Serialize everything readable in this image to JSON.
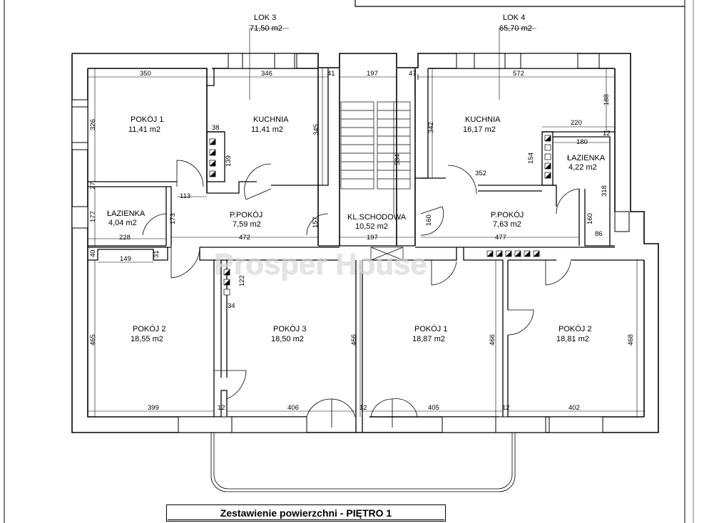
{
  "units": [
    {
      "name": "LOK 3",
      "area": "71,50 m2"
    },
    {
      "name": "LOK 4",
      "area": "65,70 m2"
    }
  ],
  "rooms": [
    {
      "name": "POKÓJ 1",
      "area": "11,41 m2"
    },
    {
      "name": "KUCHNIA",
      "area": "11,41 m2"
    },
    {
      "name": "KUCHNIA",
      "area": "16,17 m2"
    },
    {
      "name": "ŁAZIENKA",
      "area": "4,22 m2"
    },
    {
      "name": "ŁAZIENKA",
      "area": "4,04 m2"
    },
    {
      "name": "P.POKÓJ",
      "area": "7,59 m2"
    },
    {
      "name": "KL.SCHODOWA",
      "area": "10,52 m2"
    },
    {
      "name": "P.POKÓJ",
      "area": "7,63 m2"
    },
    {
      "name": "POKÓJ 2",
      "area": "18,55 m2"
    },
    {
      "name": "POKÓJ 3",
      "area": "18,50 m2"
    },
    {
      "name": "POKÓJ 1",
      "area": "18,87 m2"
    },
    {
      "name": "POKÓJ 2",
      "area": "18,81 m2"
    }
  ],
  "dimensions": {
    "d350": "350",
    "d346": "346",
    "d41": "41",
    "d197a": "197",
    "d47": "47",
    "d572": "572",
    "d188": "188",
    "d326": "326",
    "d345": "345",
    "d342": "342",
    "d220": "220",
    "d180": "180",
    "d12a": "12",
    "d38": "38",
    "d139": "139",
    "d534": "534",
    "d154": "154",
    "d352": "352",
    "d318": "318",
    "d27": "27",
    "d113": "113",
    "d177": "177",
    "d173": "173",
    "d157": "157",
    "d160a": "160",
    "d160b": "160",
    "d86": "86",
    "d228": "228",
    "d472": "472",
    "d197b": "197",
    "d477": "477",
    "d40": "40",
    "d149": "149",
    "d31": "31",
    "d122": "122",
    "d34": "34",
    "d465": "465",
    "d466a": "466",
    "d466b": "466",
    "d468": "468",
    "d399": "399",
    "d12b": "12",
    "d406": "406",
    "d12c": "12",
    "d405": "405",
    "d12d": "12",
    "d402": "402"
  },
  "watermark": "Prosper House",
  "summary_title": "Zestawienie powierzchni - PIĘTRO 1"
}
